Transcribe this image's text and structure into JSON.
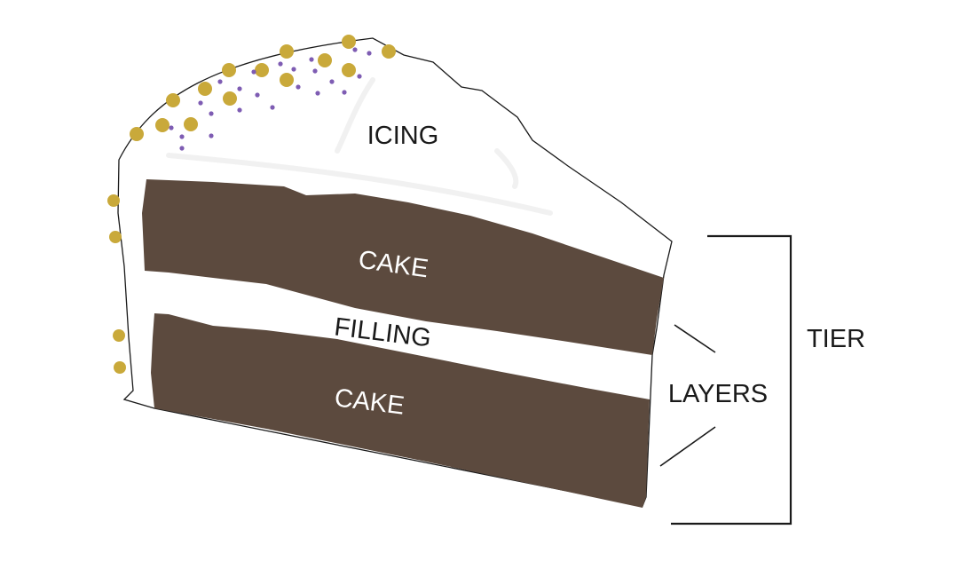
{
  "labels": {
    "icing": "ICING",
    "cake_top": "CAKE",
    "filling": "FILLING",
    "cake_bottom": "CAKE",
    "layers": "LAYERS",
    "tier": "TIER"
  },
  "colors": {
    "cake": "#5c4a3e",
    "icing": "#ffffff",
    "outline": "#1a1a1a",
    "gold_sprinkle": "#c9a93a",
    "purple_sprinkle": "#7e5cb3"
  }
}
